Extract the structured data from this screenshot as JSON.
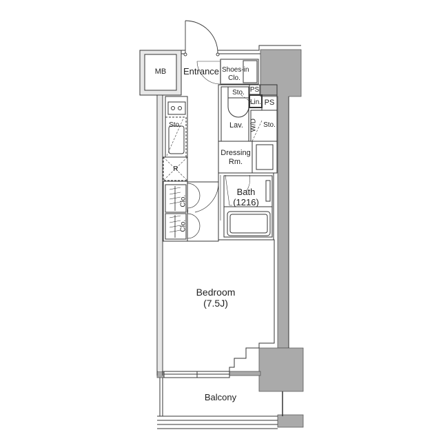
{
  "plan": {
    "type": "apartment floor plan",
    "wall_fill": "#aaaaaa",
    "line_color": "#333333"
  },
  "rooms": {
    "mb": "MB",
    "entrance": "Entrance",
    "shoes_in_clo_1": "Shoes-in",
    "shoes_in_clo_2": "Clo.",
    "sto_lav": "Sto.",
    "ps_small": "PS",
    "lin": "Lin.",
    "ps": "PS",
    "lav": "Lav.",
    "wd": "W/D",
    "sto_wd": "Sto.",
    "kitchen_sto": "Sto.",
    "fridge": "R",
    "dressing_1": "Dressing",
    "dressing_2": "Rm.",
    "bath_1": "Bath",
    "bath_2": "(1216)",
    "clo_1": "Clo.",
    "clo_2": "Clo.",
    "bedroom_1": "Bedroom",
    "bedroom_2": "(7.5J)",
    "balcony": "Balcony"
  }
}
